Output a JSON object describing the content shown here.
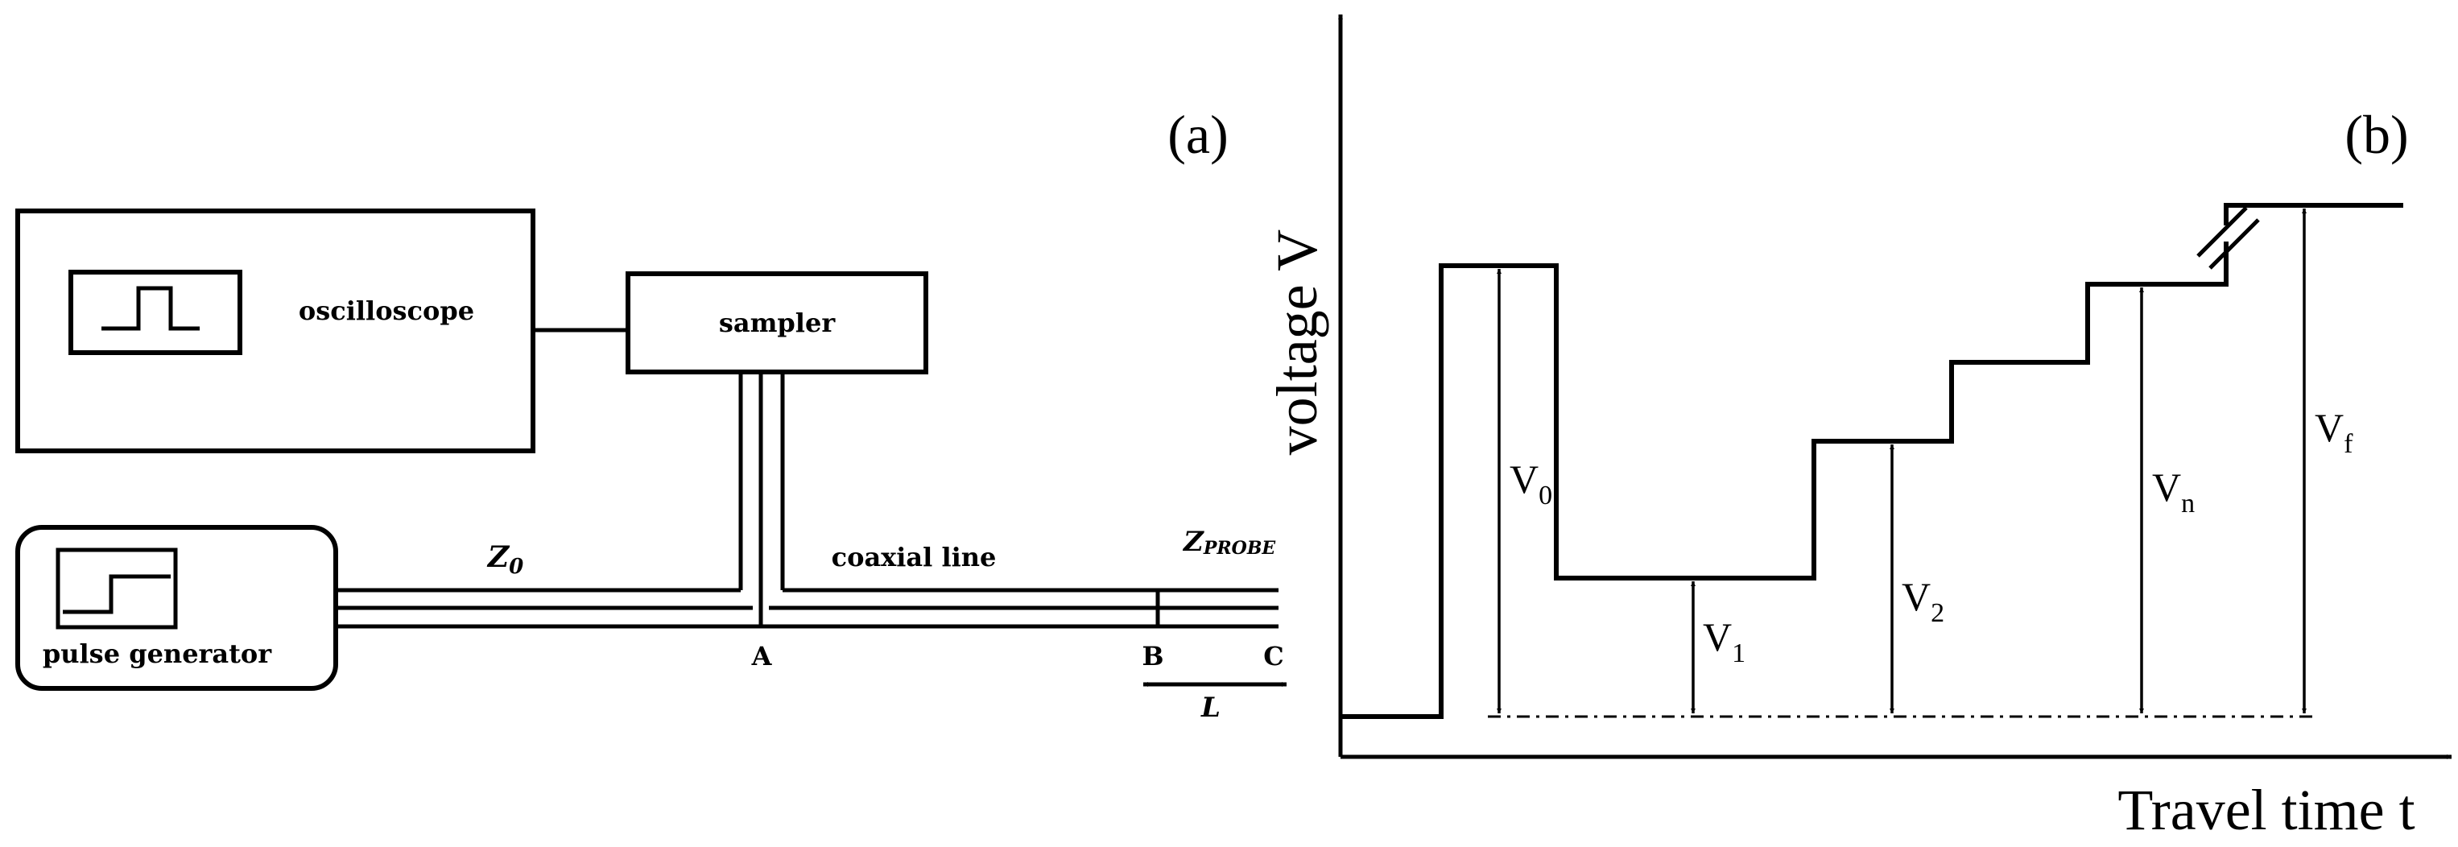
{
  "panel_a": {
    "label": "(a)",
    "oscilloscope_label": "oscilloscope",
    "sampler_label": "sampler",
    "pulse_generator_label": "pulse generator",
    "z0_label": "Z",
    "z0_subscript": "0",
    "coaxial_line_label": "coaxial line",
    "zprobe_label": "Z",
    "zprobe_subscript": "PROBE",
    "point_a": "A",
    "point_b": "B",
    "point_c": "C",
    "length_label": "L"
  },
  "panel_b": {
    "label": "(b)",
    "y_axis_label": "voltage V",
    "x_axis_label": "Travel time t",
    "v0": "V",
    "v0_sub": "0",
    "v1": "V",
    "v1_sub": "1",
    "v2": "V",
    "v2_sub": "2",
    "vn": "V",
    "vn_sub": "n",
    "vf": "V",
    "vf_sub": "f"
  },
  "colors": {
    "ink": "#000000",
    "background": "#ffffff"
  }
}
